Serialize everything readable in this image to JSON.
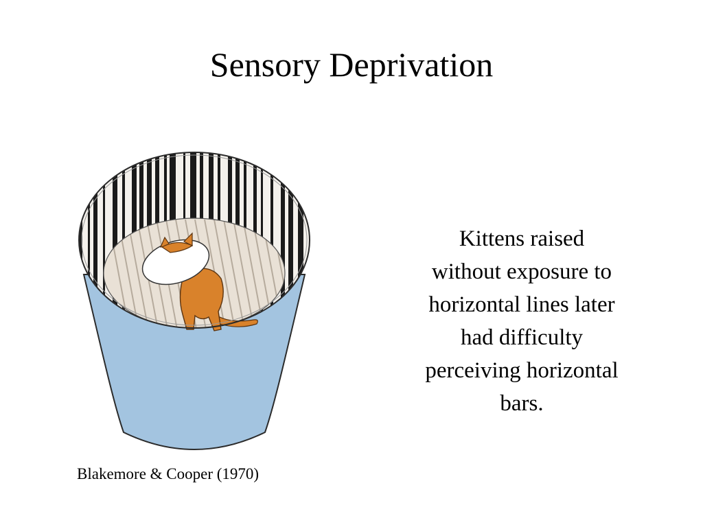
{
  "slide": {
    "title": "Sensory Deprivation",
    "body_lines": [
      "Kittens raised",
      "without exposure to",
      "horizontal lines later",
      "had difficulty",
      "perceiving horizontal",
      "bars."
    ],
    "caption": "Blakemore & Cooper (1970)"
  },
  "colors": {
    "cylinder_outside": "#a3c4e0",
    "cylinder_floor": "#e9e1d6",
    "stripe_dark": "#1a1a1a",
    "kitten": "#d9822b",
    "collar": "#ffffff"
  },
  "icons": {
    "illustration": "kitten-in-striped-cylinder"
  }
}
